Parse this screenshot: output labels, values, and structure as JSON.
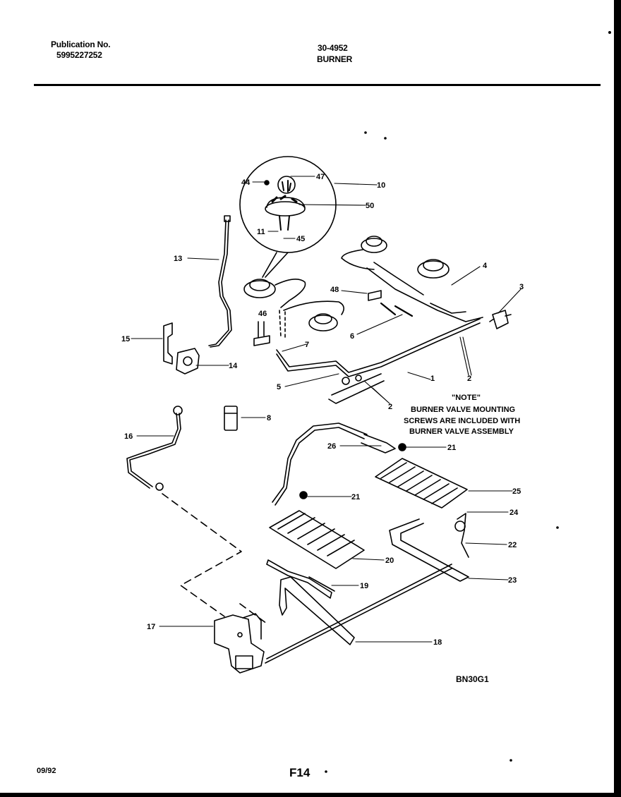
{
  "header": {
    "publication_label": "Publication No.",
    "publication_number": "5995227252",
    "model_number": "30-4952",
    "section_title": "BURNER"
  },
  "callouts": [
    "1",
    "2",
    "2",
    "3",
    "4",
    "5",
    "6",
    "7",
    "8",
    "10",
    "11",
    "13",
    "14",
    "15",
    "16",
    "17",
    "18",
    "19",
    "20",
    "21",
    "21",
    "22",
    "23",
    "24",
    "25",
    "26",
    "44",
    "45",
    "46",
    "47",
    "48",
    "50"
  ],
  "note": {
    "heading": "\"NOTE\"",
    "lines": [
      "BURNER VALVE MOUNTING",
      "SCREWS ARE INCLUDED WITH",
      "BURNER VALVE ASSEMBLY"
    ]
  },
  "drawing_code": "BN30G1",
  "footer": {
    "date": "09/92",
    "page_number": "F14"
  }
}
